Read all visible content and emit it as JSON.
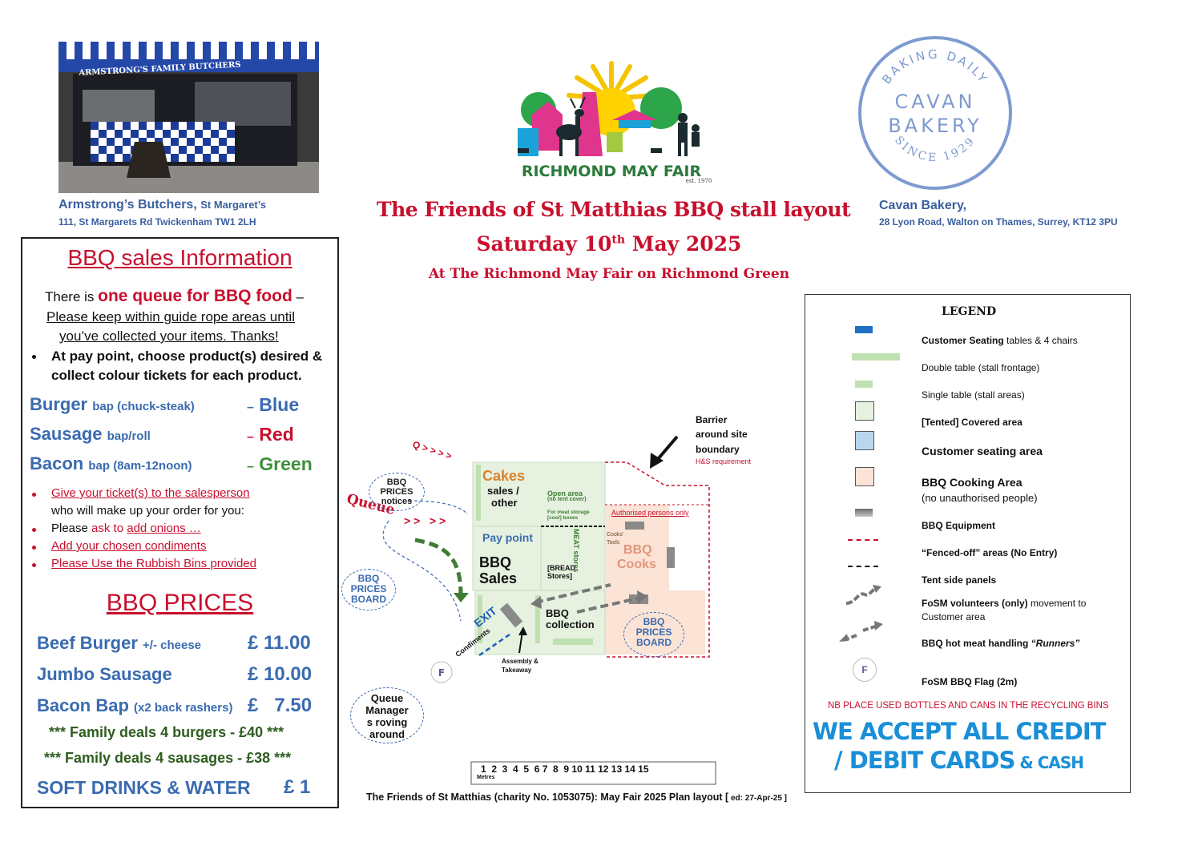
{
  "header": {
    "butcher_awning_text": "ARMSTRONG'S FAMILY BUTCHERS",
    "butcher_name": "Armstrong’s Butchers,",
    "butcher_area": "St Margaret’s",
    "butcher_address": "111, St Margarets Rd Twickenham TW1 2LH",
    "fair_logo_text": "RICHMOND MAY FAIR",
    "fair_logo_est": "est. 1970",
    "bakery_seal_top": "BAKING DAILY",
    "bakery_seal_line1": "CAVAN",
    "bakery_seal_line2": "BAKERY",
    "bakery_seal_bottom": "SINCE 1929",
    "bakery_name": "Cavan Bakery,",
    "bakery_address": "28 Lyon Road, Walton on Thames, Surrey, KT12 3PU"
  },
  "title": {
    "line1": "The Friends of St Matthias BBQ stall layout",
    "line2_pre": "Saturday 10",
    "line2_sup": "th",
    "line2_post": " May 2025",
    "line3": "At The Richmond May Fair on Richmond Green"
  },
  "info": {
    "heading": "BBQ sales Information",
    "queue_pre": "There is ",
    "queue_emph": "one queue for BBQ food",
    "queue_post": " –",
    "rope_line1": "Please keep within guide rope areas until",
    "rope_line2": "you’ve collected your items.  Thanks!",
    "paypoint_line1": "At pay point, choose product(s) desired &",
    "paypoint_line2": "collect colour tickets for each product.",
    "products": [
      {
        "name": "Burger",
        "detail": "bap (chuck-steak)",
        "dash": "–",
        "colour": "Blue",
        "hex": "#3a6bb0"
      },
      {
        "name": "Sausage",
        "detail": "bap/roll",
        "dash": "–",
        "colour": "Red",
        "hex": "#c8102e"
      },
      {
        "name": "Bacon",
        "detail": "bap (8am-12noon)",
        "dash": "–",
        "colour": "Green",
        "hex": "#3f8f3a"
      }
    ],
    "bullet1": "Give your ticket(s) to the salesperson",
    "bullet1b": "who will make up your order for you:",
    "bullet2_pre": "Please ",
    "bullet2_mid": "ask to ",
    "bullet2_link": "add onions …",
    "bullet3": "Add your chosen condiments",
    "bullet4": "Please Use the Rubbish Bins provided",
    "prices_heading": "BBQ PRICES",
    "prices": [
      {
        "name": "Beef Burger",
        "detail": "+/- cheese",
        "price": "£ 11.00"
      },
      {
        "name": "Jumbo Sausage",
        "detail": "",
        "price": "£ 10.00"
      },
      {
        "name": "Bacon Bap",
        "detail": "(x2 back rashers)",
        "price": "£   7.50"
      }
    ],
    "family1": "*** Family deals 4 burgers - £40 ***",
    "family2": "*** Family deals 4 sausages - £38 ***",
    "drinks": "SOFT DRINKS & WATER",
    "drinks_price": "£ 1"
  },
  "map": {
    "barrier_line1": "Barrier",
    "barrier_line2": "around site",
    "barrier_line3": "boundary",
    "barrier_req": "H&S requirement",
    "q_arrows": "Q > > > >",
    "queue_label": "Queue",
    "queue_arrows": "> >   > >",
    "prices_notices": [
      "BBQ",
      "PRICES",
      "notices"
    ],
    "prices_board_left": [
      "BBQ",
      "PRICES",
      "BOARD"
    ],
    "prices_board_right": [
      "BBQ",
      "PRICES",
      "BOARD"
    ],
    "queue_manager": [
      "Queue",
      "Manager",
      "s roving",
      "around"
    ],
    "cakes": "Cakes",
    "cakes_sub1": "sales /",
    "cakes_sub2": "other",
    "open_area1": "Open area",
    "open_area2": "(no tent cover)",
    "meat_storage1": "For meat storage",
    "meat_storage2": "[cool] boxes",
    "authorised": "Authorised persons only",
    "pay_point": "Pay point",
    "bbq_sales1": "BBQ",
    "bbq_sales2": "Sales",
    "meat_stores": "MEAT stores",
    "bread_stores1": "[BREAD",
    "bread_stores2": "Stores]",
    "cooks_tools1": "Cooks'",
    "cooks_tools2": "Tools",
    "bbq_cooks1": "BBQ",
    "bbq_cooks2": "Cooks",
    "exit": "EXIT",
    "condiments": "Condiments",
    "bbq_collection1": "BBQ",
    "bbq_collection2": "collection",
    "assembly1": "Assembly &",
    "assembly2": "Takeaway",
    "flag_letter": "F",
    "scale_numbers": "1  2  3  4  5  6 7  8  9 10 11 12 13 14 15",
    "scale_unit": "Metres"
  },
  "legend": {
    "title": "LEGEND",
    "items": [
      {
        "bold": "Customer Seating",
        "text": " tables & 4 chairs",
        "color": "#1f6fc5"
      },
      {
        "bold": "",
        "text": "Double table (stall frontage)",
        "color": "#bfe0b0"
      },
      {
        "bold": "",
        "text": "Single table (stall areas)",
        "color": "#bfe0b0"
      },
      {
        "bold": "[Tented] Covered area",
        "text": "",
        "color": "#e6f1e0"
      },
      {
        "bold": "Customer seating area",
        "text": "",
        "color": "#b9d6ef"
      },
      {
        "bold": "BBQ Cooking Area",
        "text": "",
        "sub": "(no unauthorised people)",
        "color": "#fbe3d6"
      },
      {
        "bold": "BBQ Equipment",
        "text": "",
        "color": "#9a9a9a"
      },
      {
        "bold": "“Fenced-off” areas (No Entry)",
        "text": "",
        "color": "#c8102e"
      },
      {
        "bold": "Tent side panels",
        "text": "",
        "color": "#111111"
      },
      {
        "bold": "FoSM volunteers (only)",
        "text": " movement to",
        "sub": "Customer area",
        "color": "#777777"
      },
      {
        "bold": "BBQ hot meat handling ",
        "italic": "“Runners”",
        "text": "",
        "color": "#777777"
      },
      {
        "bold": "FoSM BBQ Flag (2m)",
        "text": "",
        "color": "#6a4fa0"
      }
    ],
    "recycling_note": "NB PLACE USED BOTTLES AND CANS IN THE RECYCLING BINS",
    "cards_line1": "WE ACCEPT ALL CREDIT",
    "cards_line2": "/ DEBIT CARDS",
    "cards_small": " & CASH"
  },
  "footer": {
    "text": "The Friends of St Matthias (charity No. 1053075):  May Fair 2025 Plan layout [",
    "edit": " ed:  27-Apr-25 ]"
  },
  "colors": {
    "title_red": "#c8102e",
    "blue": "#3a6bb0",
    "cards_blue": "#1a8fd8",
    "green": "#3f8f3a"
  }
}
